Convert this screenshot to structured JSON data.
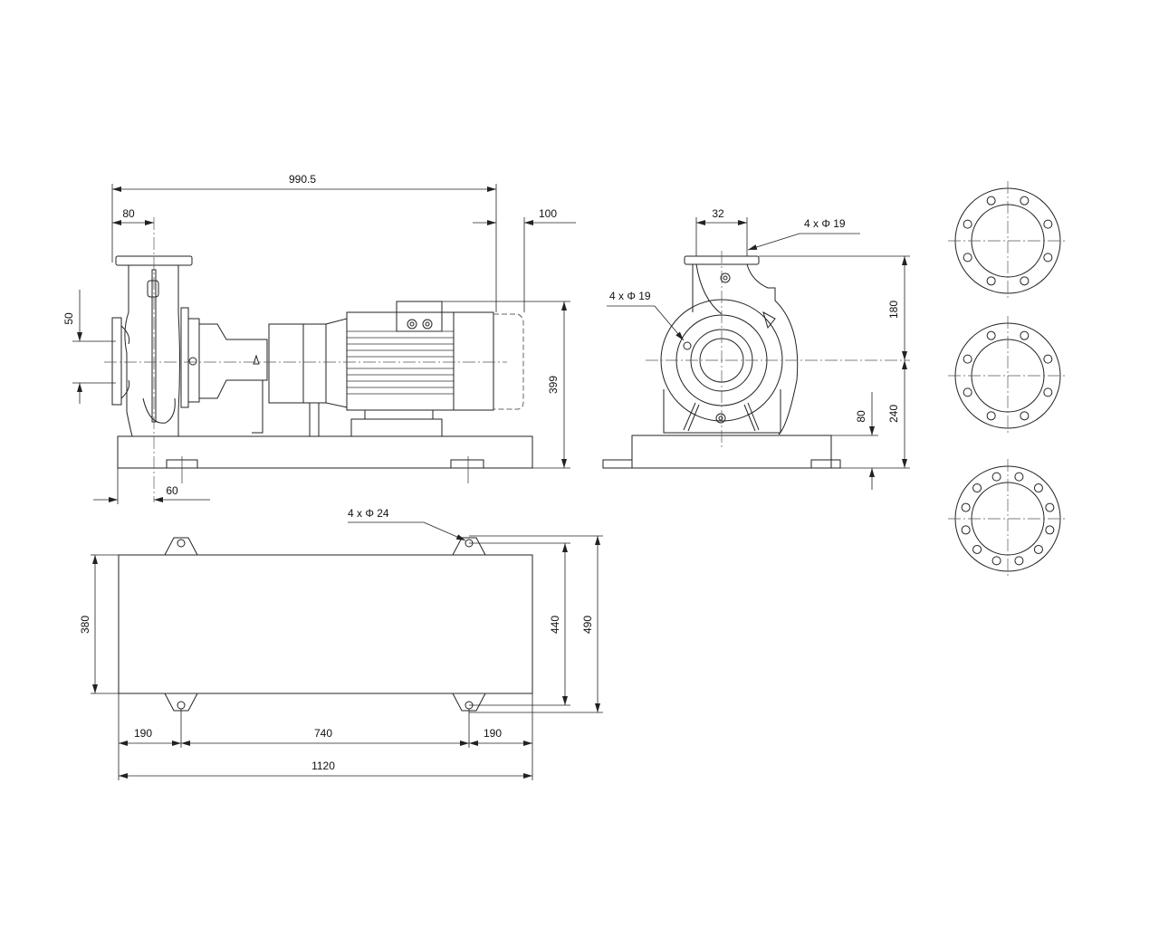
{
  "drawing": {
    "front_view": {
      "overall_length": "990.5",
      "suction_offset": "80",
      "motor_overhang": "100",
      "height": "399",
      "suction_height": "50",
      "base_offset": "60"
    },
    "side_view": {
      "discharge_width": "32",
      "discharge_flange_holes": "4 x Φ 19",
      "suction_flange_holes": "4 x Φ 19",
      "shaft_to_discharge": "180",
      "shaft_height": "240",
      "base_height": "80"
    },
    "top_view": {
      "anchor_holes": "4 x Φ 24",
      "inner_width": "380",
      "hole_spacing_width": "440",
      "overall_width": "490",
      "edge_left": "190",
      "hole_spacing_length": "740",
      "edge_right": "190",
      "overall_length": "1120"
    },
    "flanges": [
      {
        "bolt_holes": 8
      },
      {
        "bolt_holes": 8
      },
      {
        "bolt_holes": 12
      }
    ]
  }
}
